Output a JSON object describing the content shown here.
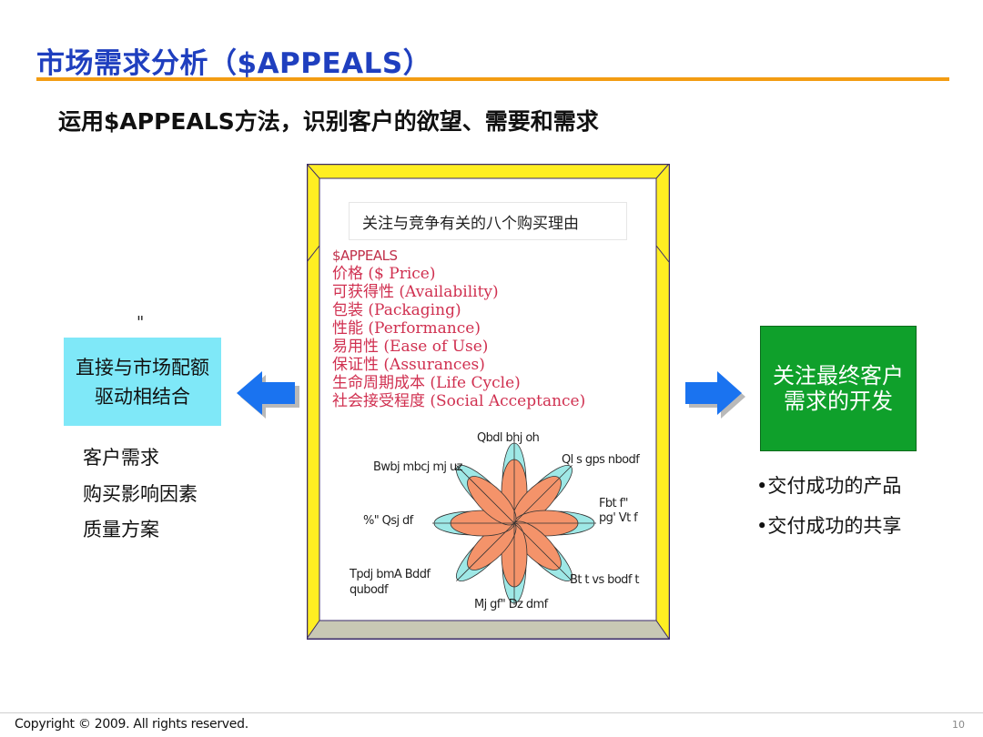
{
  "title": "市场需求分析（$APPEALS）",
  "subtitle": "运用$APPEALS方法，识别客户的欲望、需要和需求",
  "left": {
    "quote_mark": "\"",
    "box_text": "直接与市场配额驱动相结合",
    "items": [
      "客户需求",
      "购买影响因素",
      "质量方案"
    ]
  },
  "center": {
    "reason_title": "关注与竞争有关的八个购买理由",
    "appeals_heading": "$APPEALS",
    "appeals": [
      "价格 ($ Price)",
      "可获得性 (Availability)",
      "包装 (Packaging)",
      "性能 (Performance)",
      "易用性 (Ease of Use)",
      "保证性 (Assurances)",
      "生命周期成本 (Life Cycle)",
      "社会接受程度 (Social Acceptance)"
    ],
    "star_labels": {
      "top": "Qbdl bhj oh",
      "top_right": "Ql s gps nbodf",
      "right": "Fbt f\" pg' Vt f",
      "bottom_right": "Bt t vs bodf t",
      "bottom": "Mj gf\" Dz dmf",
      "bottom_left": "Tpdj bmA Bddf qubodf",
      "left": "%\" Qsj df",
      "top_left": "Bwbj mbcj mj uz"
    }
  },
  "right": {
    "box_text": "关注最终客户需求的开发",
    "items": [
      "交付成功的产品",
      "交付成功的共享"
    ]
  },
  "footer": {
    "copyright": "Copyright © 2009. All rights reserved.",
    "page_number": "10"
  },
  "colors": {
    "title": "#1f3fbf",
    "rule": "#f39c12",
    "left_box": "#7fe8f8",
    "right_box": "#0fa02b",
    "panel_frame": "#ffee22",
    "appeals_text": "#d03050",
    "star_inner": "#f4936a",
    "star_outer": "#9ee8e6",
    "arrow": "#1a73f0"
  }
}
